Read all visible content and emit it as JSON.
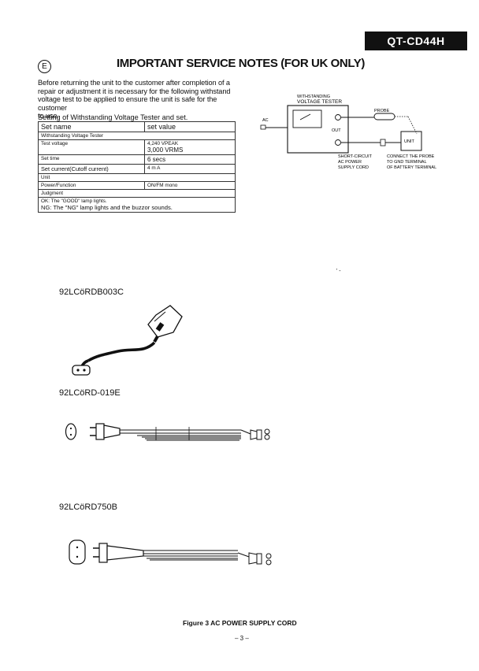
{
  "model": "QT-CD44H",
  "lang_mark": "E",
  "title": "IMPORTANT SERVICE NOTES (FOR UK ONLY)",
  "intro_lines": [
    "Before returning the unit to the customer after completion of a",
    "repair or adjustment it is necessary for the following withstand",
    "voltage test to be applied to ensure the unit is safe for the customer",
    "to use."
  ],
  "setting_heading": "Setting of Withstanding Voltage Tester and set.",
  "table": {
    "col_name": "Set name",
    "col_value": "set value",
    "section_tester": "Withstanding Voltage Tester",
    "test_voltage_label": "Test voltage",
    "test_voltage_value_1": "4,240 VPEAK",
    "test_voltage_value_2": "3,000 VRMS",
    "set_time_label": "Set time",
    "set_time_value": "6 secs",
    "set_current_label": "Set current(Cutoff current)",
    "set_current_value": "4 m A",
    "section_unit": "Unit",
    "power_function_label": "Power/Function",
    "power_function_value": "ON/FM mono",
    "judgment_label": "Judgment",
    "judgment_ok": "OK: The \"GOOD\" lamp lights.",
    "judgment_ng": "NG: The \"NG\" lamp lights and the buzzor sounds."
  },
  "diagram": {
    "tester_label_1": "WITHSTANDING",
    "tester_label_2": "VOLTAGE TESTER",
    "ac": "AC",
    "out": "OUT",
    "probe": "PROBE",
    "unit": "UNIT",
    "short_1": "SHORT-CIRCUIT",
    "short_2": "AC POWER",
    "short_3": "SUPPLY CORD",
    "connect_1": "CONNECT THE PROBE",
    "connect_2": "TO GND TERMINAL",
    "connect_3": "OF BATTERY TERMINAL"
  },
  "stray_mark": "' -",
  "parts": [
    "92LCöRDB003C",
    "92LCöRD-019E",
    "92LCöRD750B"
  ],
  "figure_caption": "Figure 3 AC POWER SUPPLY CORD",
  "page_number": "– 3 –"
}
